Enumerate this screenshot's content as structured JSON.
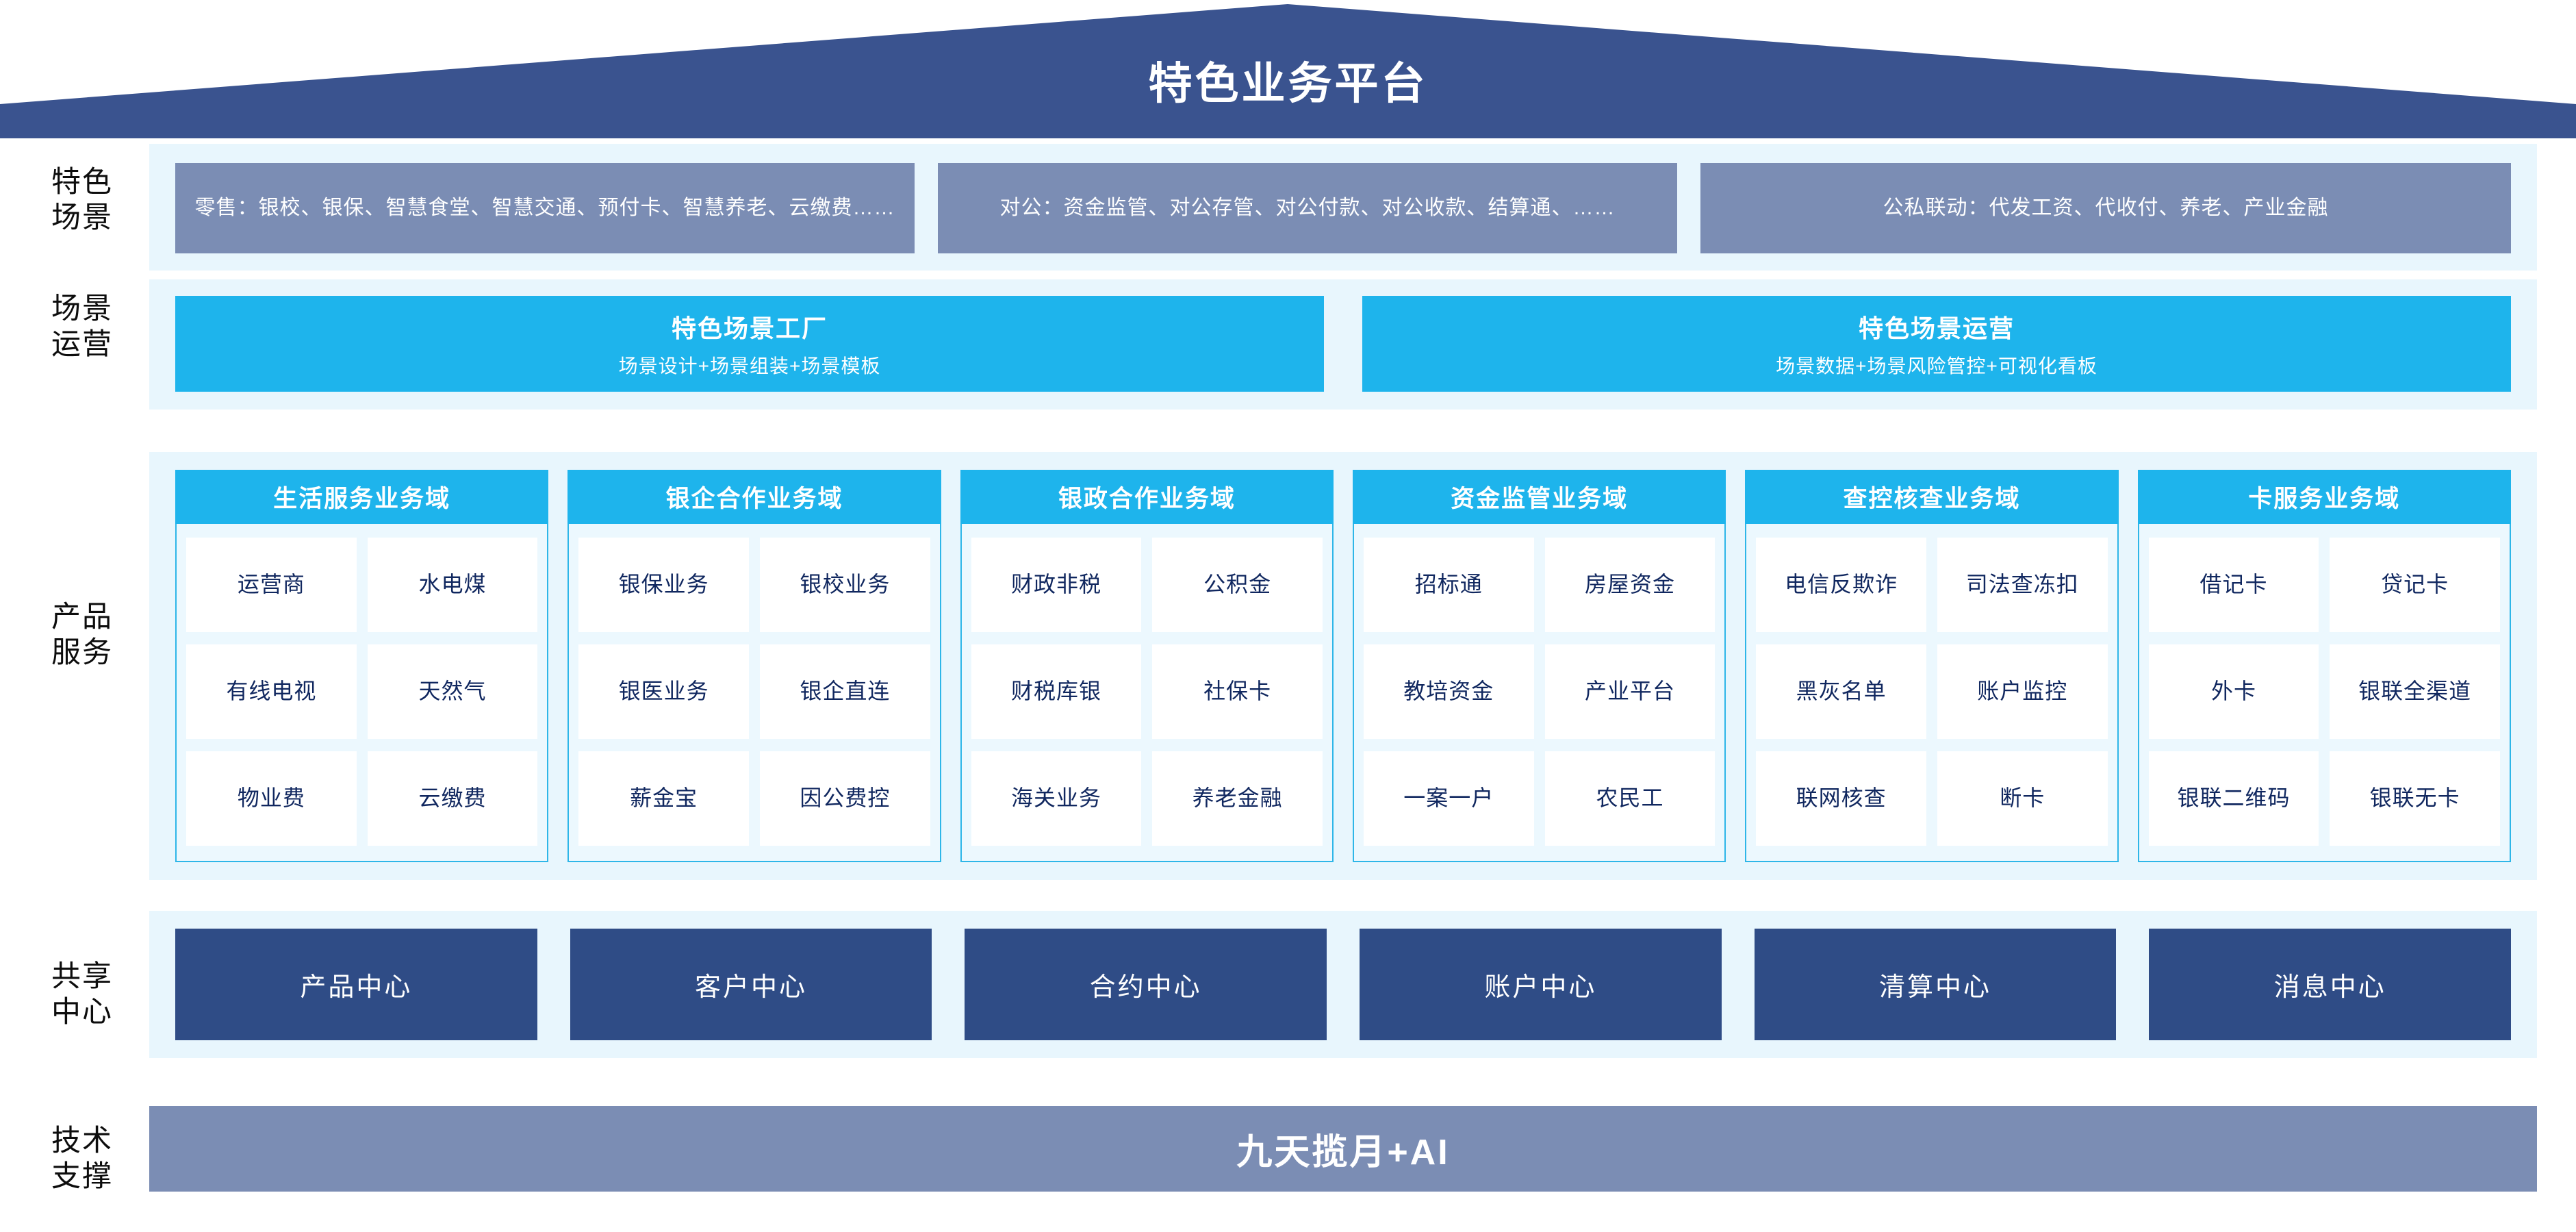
{
  "header": {
    "title": "特色业务平台",
    "banner_color": "#3a538f"
  },
  "rows": {
    "scenes": {
      "label": "特色\n场景",
      "label_line1": "特色",
      "label_line2": "场景",
      "box_color": "#7b8db4",
      "items": [
        {
          "text": "零售：银校、银保、智慧食堂、智慧交通、预付卡、智慧养老、云缴费……"
        },
        {
          "text": "对公：资金监管、对公存管、对公付款、对公收款、结算通、……"
        },
        {
          "text": "公私联动：代发工资、代收付、养老、产业金融"
        }
      ]
    },
    "operations": {
      "label_line1": "场景",
      "label_line2": "运营",
      "box_color": "#1eb4ec",
      "items": [
        {
          "title": "特色场景工厂",
          "subtitle": "场景设计+场景组装+场景模板"
        },
        {
          "title": "特色场景运营",
          "subtitle": "场景数据+场景风险管控+可视化看板"
        }
      ]
    },
    "products": {
      "label_line1": "产品",
      "label_line2": "服务",
      "head_color": "#1eb4ec",
      "border_color": "#2eb6e8",
      "columns": [
        {
          "title": "生活服务业务域",
          "cells": [
            "运营商",
            "水电煤",
            "有线电视",
            "天然气",
            "物业费",
            "云缴费"
          ]
        },
        {
          "title": "银企合作业务域",
          "cells": [
            "银保业务",
            "银校业务",
            "银医业务",
            "银企直连",
            "薪金宝",
            "因公费控"
          ]
        },
        {
          "title": "银政合作业务域",
          "cells": [
            "财政非税",
            "公积金",
            "财税库银",
            "社保卡",
            "海关业务",
            "养老金融"
          ]
        },
        {
          "title": "资金监管业务域",
          "cells": [
            "招标通",
            "房屋资金",
            "教培资金",
            "产业平台",
            "一案一户",
            "农民工"
          ]
        },
        {
          "title": "查控核查业务域",
          "cells": [
            "电信\n反欺诈",
            "司法\n查冻扣",
            "黑灰名单",
            "账户监控",
            "联网核查",
            "断卡"
          ]
        },
        {
          "title": "卡服务业务域",
          "cells": [
            "借记卡",
            "贷记卡",
            "外卡",
            "银联\n全渠道",
            "银联\n二维码",
            "银联无卡"
          ]
        }
      ]
    },
    "shared_centers": {
      "label_line1": "共享",
      "label_line2": "中心",
      "box_color": "#2f4c86",
      "items": [
        "产品中心",
        "客户中心",
        "合约中心",
        "账户中心",
        "清算中心",
        "消息中心"
      ]
    },
    "tech_support": {
      "label_line1": "技术",
      "label_line2": "支撑",
      "box_color": "#7b8db4",
      "text": "九天揽月+AI"
    }
  },
  "colors": {
    "band_bg": "#e8f6fd",
    "cell_bg": "#ffffff",
    "cell_text": "#10275f",
    "accent_cyan": "#1eb4ec",
    "accent_navy": "#2f4c86",
    "accent_slate": "#7b8db4",
    "roof_navy": "#3a538f"
  }
}
